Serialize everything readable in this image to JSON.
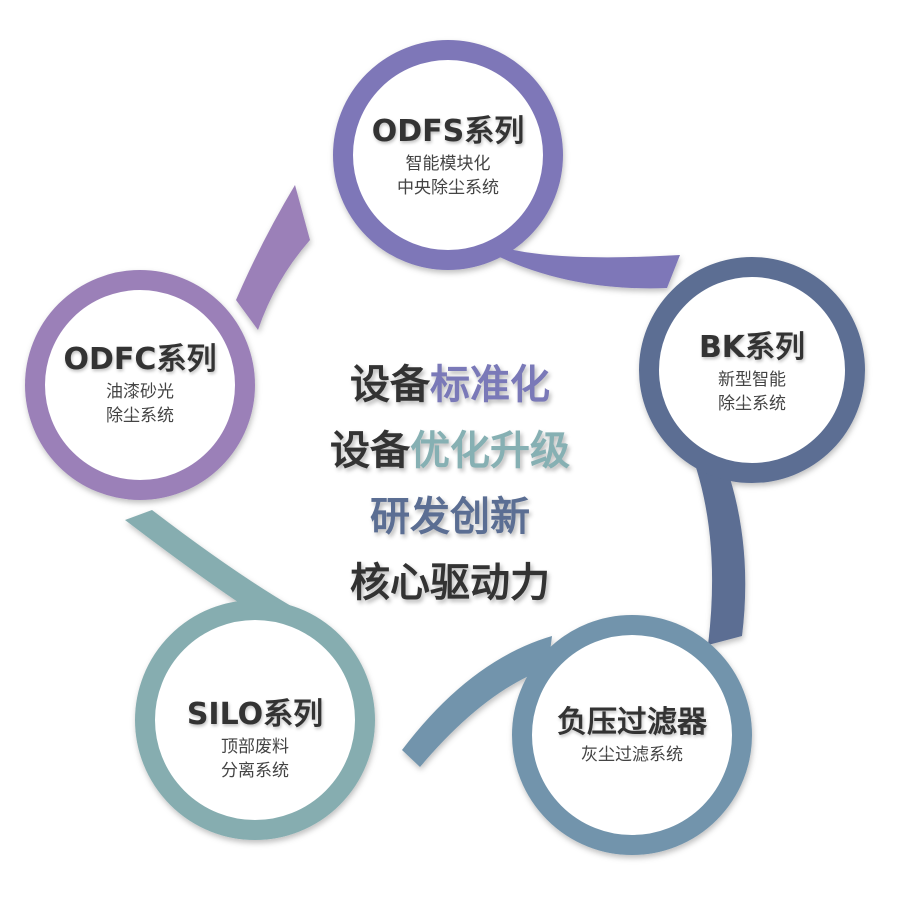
{
  "colors": {
    "odfs": "#7e77b8",
    "bk": "#5b6e93",
    "filter": "#7294ac",
    "silo": "#86adb0",
    "odfc": "#9b80b8",
    "text_dark": "#333333",
    "accent_standard": "#7a79b8",
    "accent_optimize": "#86b0b3",
    "accent_rd": "#5b6e93"
  },
  "nodes": [
    {
      "id": "odfs",
      "title": "ODFS系列",
      "lines": [
        "智能模块化",
        "中央除尘系统"
      ]
    },
    {
      "id": "bk",
      "title": "BK系列",
      "lines": [
        "新型智能",
        "除尘系统"
      ]
    },
    {
      "id": "filter",
      "title": "负压过滤器",
      "lines": [
        "灰尘过滤系统"
      ]
    },
    {
      "id": "silo",
      "title": "SILO系列",
      "lines": [
        "顶部废料",
        "分离系统"
      ]
    },
    {
      "id": "odfc",
      "title": "ODFC系列",
      "lines": [
        "油漆砂光",
        "除尘系统"
      ]
    }
  ],
  "center": {
    "line1": {
      "part1": "设备",
      "part2": "标准化"
    },
    "line2": {
      "part1": "设备",
      "part2": "优化升级"
    },
    "line3": "研发创新",
    "line4": "核心驱动力"
  }
}
